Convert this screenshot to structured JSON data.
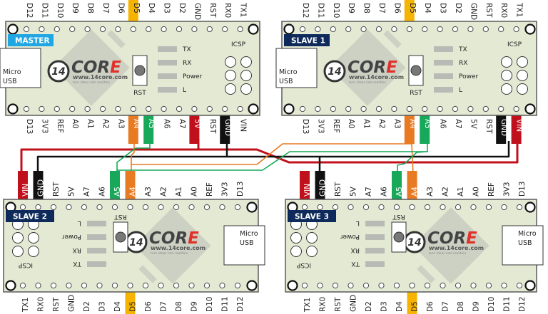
{
  "colors": {
    "board": "#e4e9d3",
    "board_border": "#5a5a5a",
    "d5": "#f6b400",
    "a4": "#e87a22",
    "a5": "#17a85a",
    "power": "#c0101c",
    "ground": "#111111",
    "master_badge": "#20a6e3",
    "slave_badge": "#0d2a5a"
  },
  "common": {
    "usb_line1": "Micro",
    "usb_line2": "USB",
    "rst": "RST",
    "icsp": "ICSP",
    "leds": [
      "TX",
      "RX",
      "Power",
      "L"
    ],
    "logo_num": "14",
    "logo_core": "COR",
    "logo_e": "E",
    "logo_url": "www.14core.com",
    "logo_tag": "turn ideas into realities"
  },
  "boards": [
    {
      "name": "MASTER",
      "top_pins": [
        "D12",
        "D11",
        "D10",
        "D9",
        "D8",
        "D7",
        "D6",
        "D5",
        "D4",
        "D3",
        "D2",
        "GND",
        "RST",
        "RX0",
        "TX1"
      ],
      "bottom_pins": [
        "D13",
        "3V3",
        "REF",
        "A0",
        "A1",
        "A2",
        "A3",
        "A4",
        "A5",
        "A6",
        "A7",
        "5V",
        "RST",
        "GND",
        "VIN"
      ],
      "top_hl": {
        "D5": "d5"
      },
      "bottom_hl": {
        "A4": "a4",
        "A5": "a5",
        "5V": "power",
        "GND": "ground"
      }
    },
    {
      "name": "SLAVE 1",
      "top_pins": [
        "D12",
        "D11",
        "D10",
        "D9",
        "D8",
        "D7",
        "D6",
        "D5",
        "D4",
        "D3",
        "D2",
        "GND",
        "RST",
        "RX0",
        "TX1"
      ],
      "bottom_pins": [
        "D13",
        "3V3",
        "REF",
        "A0",
        "A1",
        "A2",
        "A3",
        "A4",
        "A5",
        "A6",
        "A7",
        "5V",
        "RST",
        "GND",
        "VIN"
      ],
      "top_hl": {
        "D5": "d5"
      },
      "bottom_hl": {
        "A4": "a4",
        "A5": "a5",
        "GND": "ground",
        "VIN": "power"
      }
    },
    {
      "name": "SLAVE 2",
      "top_pins": [
        "VIN",
        "GND",
        "RST",
        "5V",
        "A7",
        "A6",
        "A5",
        "A4",
        "A3",
        "A2",
        "A1",
        "A0",
        "REF",
        "3V3",
        "D13"
      ],
      "bottom_pins": [
        "TX1",
        "RX0",
        "RST",
        "GND",
        "D2",
        "D3",
        "D4",
        "D5",
        "D6",
        "D7",
        "D8",
        "D9",
        "D10",
        "D11",
        "D12"
      ],
      "top_hl": {
        "VIN": "power",
        "GND": "ground",
        "A5": "a5",
        "A4": "a4"
      },
      "bottom_hl": {
        "D5": "d5"
      }
    },
    {
      "name": "SLAVE 3",
      "top_pins": [
        "VIN",
        "GND",
        "RST",
        "5V",
        "A7",
        "A6",
        "A5",
        "A4",
        "A3",
        "A2",
        "A1",
        "A0",
        "REF",
        "3V3",
        "D13"
      ],
      "bottom_pins": [
        "TX1",
        "RX0",
        "RST",
        "GND",
        "D2",
        "D3",
        "D4",
        "D5",
        "D6",
        "D7",
        "D8",
        "D9",
        "D10",
        "D11",
        "D12"
      ],
      "top_hl": {
        "VIN": "power",
        "GND": "ground",
        "A5": "a5",
        "A4": "a4"
      },
      "bottom_hl": {
        "D5": "d5"
      }
    }
  ]
}
